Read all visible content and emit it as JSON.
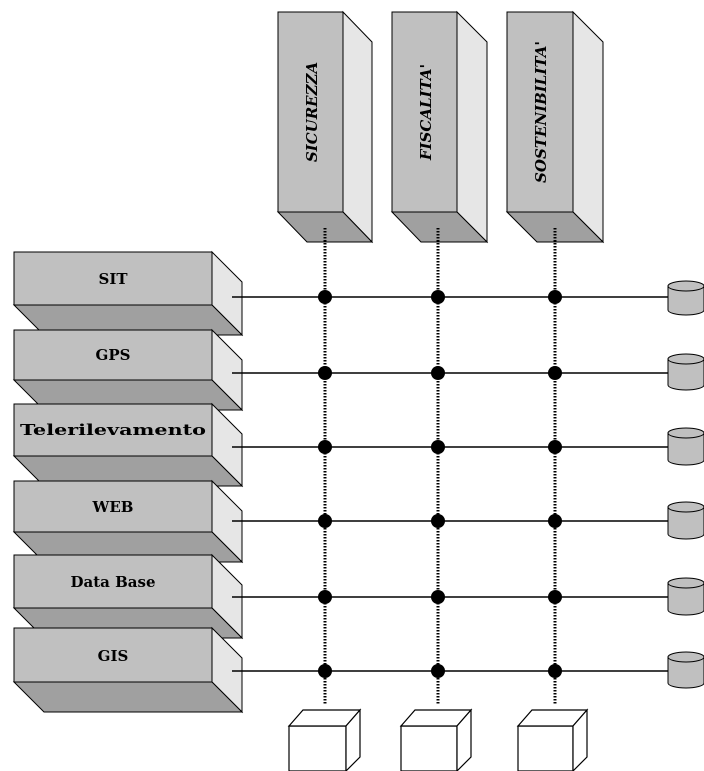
{
  "columns": [
    {
      "label": "SICUREZZA"
    },
    {
      "label": "FISCALITA'"
    },
    {
      "label": "SOSTENIBILITA'"
    }
  ],
  "rows": [
    {
      "label": "SIT"
    },
    {
      "label": "GPS"
    },
    {
      "label": "Telerilevamento"
    },
    {
      "label": "WEB"
    },
    {
      "label": "Data Base"
    },
    {
      "label": "GIS"
    }
  ],
  "colors": {
    "block_face": "#c0c0c0",
    "block_side": "#e6e6e6",
    "block_top": "#dcdcdc",
    "block_bottom": "#a0a0a0",
    "line": "#000000",
    "node": "#000000",
    "cylinder": "#c0c0c0",
    "cube": "#ffffff"
  }
}
